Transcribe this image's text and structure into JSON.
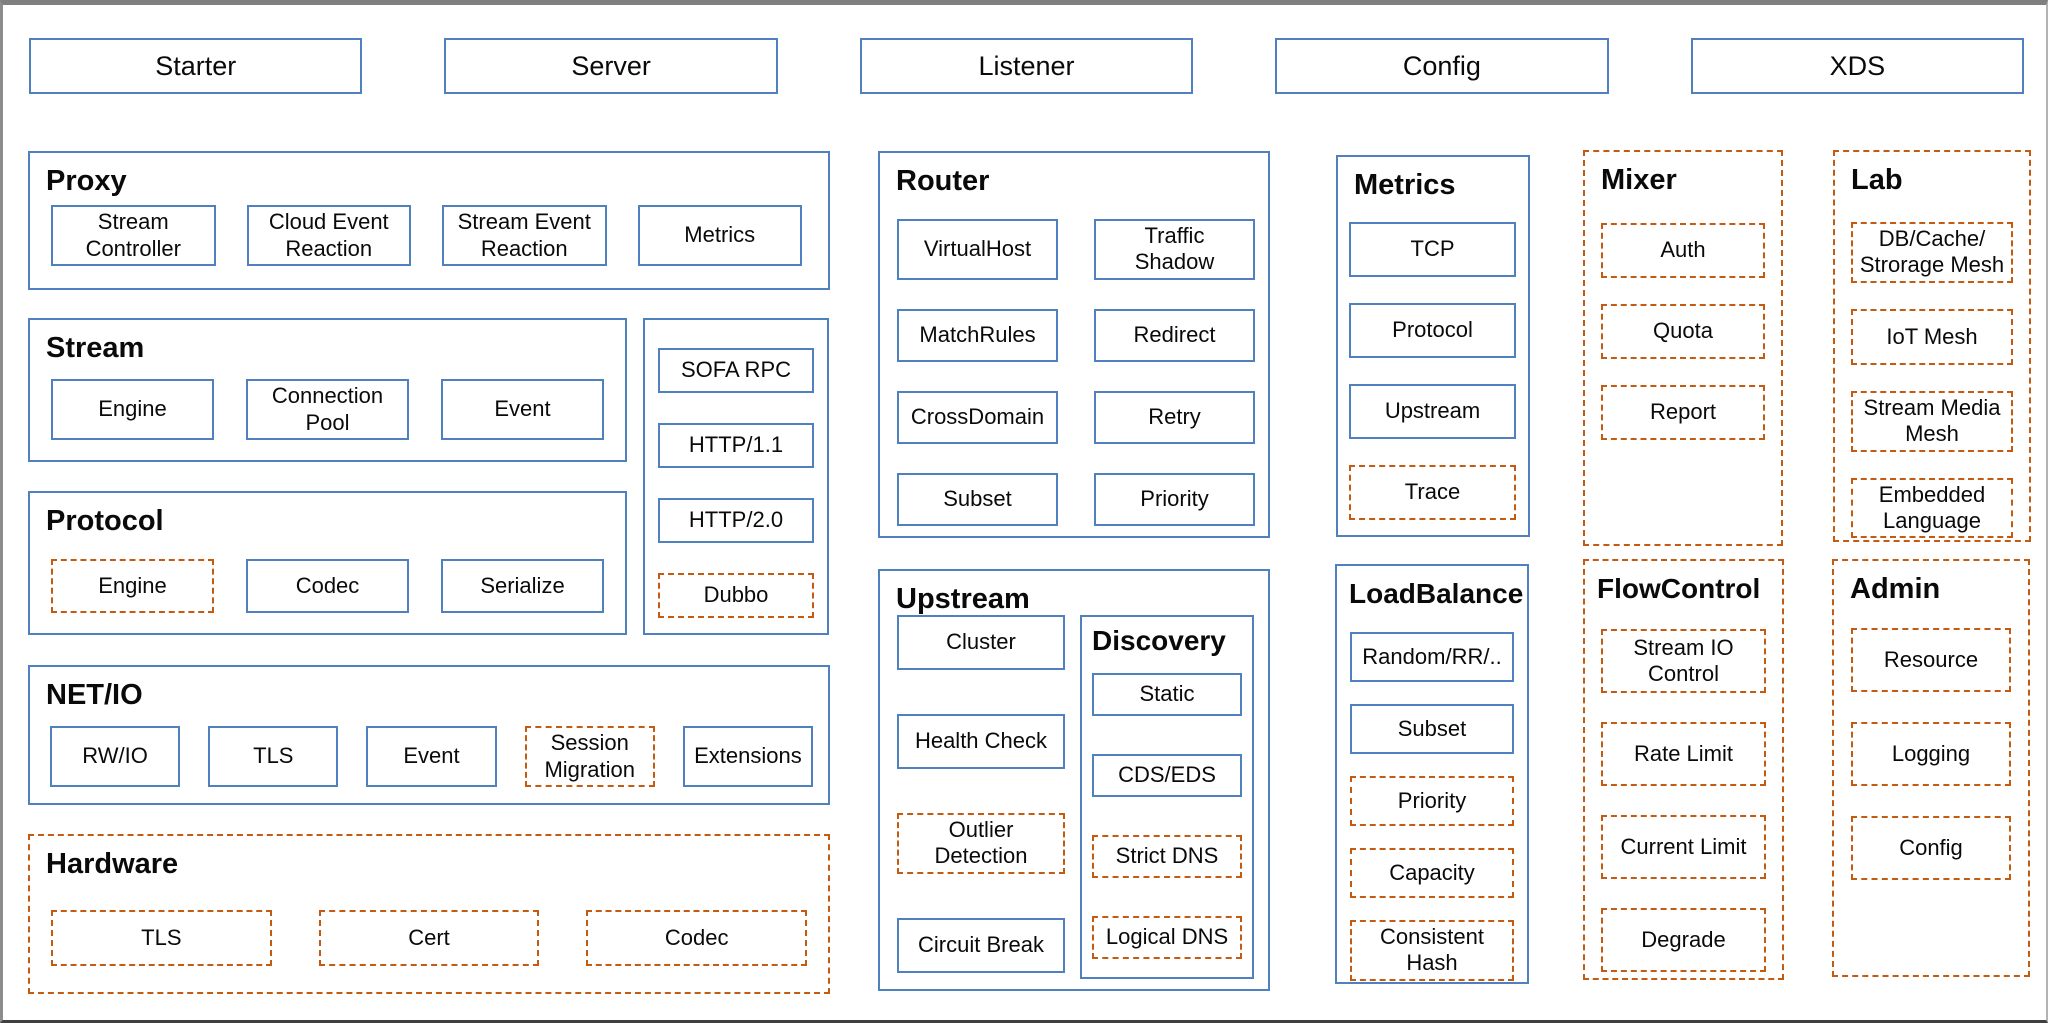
{
  "colors": {
    "solid_border": "#4e81bd",
    "dashed_border": "#c55a11",
    "background": "#ffffff",
    "text": "#0a0a0a"
  },
  "top_bar": {
    "items": [
      {
        "label": "Starter",
        "dashed": false
      },
      {
        "label": "Server",
        "dashed": false
      },
      {
        "label": "Listener",
        "dashed": false
      },
      {
        "label": "Config",
        "dashed": false
      },
      {
        "label": "XDS",
        "dashed": false
      }
    ]
  },
  "sections": {
    "proxy": {
      "title": "Proxy",
      "items": [
        {
          "label": "Stream Controller",
          "dashed": false
        },
        {
          "label": "Cloud Event Reaction",
          "dashed": false
        },
        {
          "label": "Stream Event Reaction",
          "dashed": false
        },
        {
          "label": "Metrics",
          "dashed": false
        }
      ]
    },
    "stream": {
      "title": "Stream",
      "items": [
        {
          "label": "Engine",
          "dashed": false
        },
        {
          "label": "Connection Pool",
          "dashed": false
        },
        {
          "label": "Event",
          "dashed": false
        }
      ]
    },
    "protocol": {
      "title": "Protocol",
      "items": [
        {
          "label": "Engine",
          "dashed": true
        },
        {
          "label": "Codec",
          "dashed": false
        },
        {
          "label": "Serialize",
          "dashed": false
        }
      ]
    },
    "protocols_stack": {
      "items": [
        {
          "label": "SOFA RPC",
          "dashed": false
        },
        {
          "label": "HTTP/1.1",
          "dashed": false
        },
        {
          "label": "HTTP/2.0",
          "dashed": false
        },
        {
          "label": "Dubbo",
          "dashed": true
        }
      ]
    },
    "netio": {
      "title": "NET/IO",
      "items": [
        {
          "label": "RW/IO",
          "dashed": false
        },
        {
          "label": "TLS",
          "dashed": false
        },
        {
          "label": "Event",
          "dashed": false
        },
        {
          "label": "Session Migration",
          "dashed": true
        },
        {
          "label": "Extensions",
          "dashed": false
        }
      ]
    },
    "hardware": {
      "title": "Hardware",
      "items": [
        {
          "label": "TLS",
          "dashed": true
        },
        {
          "label": "Cert",
          "dashed": true
        },
        {
          "label": "Codec",
          "dashed": true
        }
      ]
    },
    "router": {
      "title": "Router",
      "items": [
        {
          "label": "VirtualHost",
          "dashed": false
        },
        {
          "label": "Traffic Shadow",
          "dashed": false
        },
        {
          "label": "MatchRules",
          "dashed": false
        },
        {
          "label": "Redirect",
          "dashed": false
        },
        {
          "label": "CrossDomain",
          "dashed": false
        },
        {
          "label": "Retry",
          "dashed": false
        },
        {
          "label": "Subset",
          "dashed": false
        },
        {
          "label": "Priority",
          "dashed": false
        }
      ]
    },
    "upstream": {
      "title": "Upstream",
      "items": [
        {
          "label": "Cluster",
          "dashed": false
        },
        {
          "label": "Health Check",
          "dashed": false
        },
        {
          "label": "Outlier Detection",
          "dashed": true
        },
        {
          "label": "Circuit Break",
          "dashed": false
        }
      ],
      "discovery": {
        "title": "Discovery",
        "items": [
          {
            "label": "Static",
            "dashed": false
          },
          {
            "label": "CDS/EDS",
            "dashed": false
          },
          {
            "label": "Strict DNS",
            "dashed": true
          },
          {
            "label": "Logical DNS",
            "dashed": true
          }
        ]
      }
    },
    "metrics": {
      "title": "Metrics",
      "items": [
        {
          "label": "TCP",
          "dashed": false
        },
        {
          "label": "Protocol",
          "dashed": false
        },
        {
          "label": "Upstream",
          "dashed": false
        },
        {
          "label": "Trace",
          "dashed": true
        }
      ]
    },
    "loadbalance": {
      "title": "LoadBalance",
      "items": [
        {
          "label": "Random/RR/..",
          "dashed": false
        },
        {
          "label": "Subset",
          "dashed": false
        },
        {
          "label": "Priority",
          "dashed": true
        },
        {
          "label": "Capacity",
          "dashed": true
        },
        {
          "label": "Consistent Hash",
          "dashed": true
        }
      ]
    },
    "mixer": {
      "title": "Mixer",
      "items": [
        {
          "label": "Auth",
          "dashed": true
        },
        {
          "label": "Quota",
          "dashed": true
        },
        {
          "label": "Report",
          "dashed": true
        }
      ]
    },
    "flowcontrol": {
      "title": "FlowControl",
      "items": [
        {
          "label": "Stream IO Control",
          "dashed": true
        },
        {
          "label": "Rate Limit",
          "dashed": true
        },
        {
          "label": "Current Limit",
          "dashed": true
        },
        {
          "label": "Degrade",
          "dashed": true
        }
      ]
    },
    "lab": {
      "title": "Lab",
      "items": [
        {
          "label": "DB/Cache/ Strorage Mesh",
          "dashed": true
        },
        {
          "label": "IoT Mesh",
          "dashed": true
        },
        {
          "label": "Stream Media Mesh",
          "dashed": true
        },
        {
          "label": "Embedded Language",
          "dashed": true
        }
      ]
    },
    "admin": {
      "title": "Admin",
      "items": [
        {
          "label": "Resource",
          "dashed": true
        },
        {
          "label": "Logging",
          "dashed": true
        },
        {
          "label": "Config",
          "dashed": true
        }
      ]
    }
  }
}
